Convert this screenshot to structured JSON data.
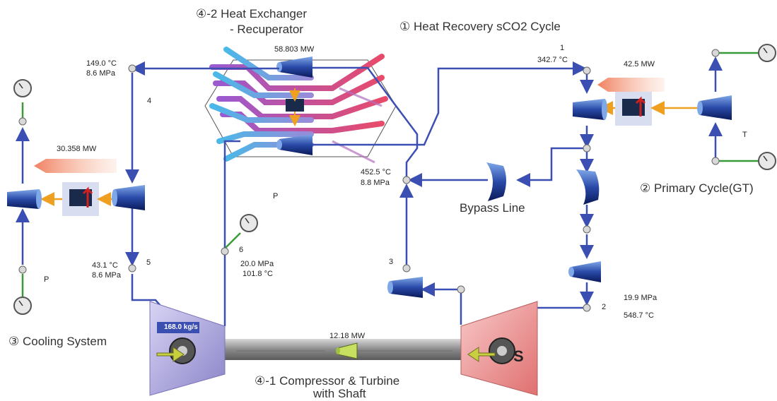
{
  "titles": {
    "heat_recovery": "① Heat Recovery sCO2 Cycle",
    "heat_exchanger_line1": "④-2 Heat Exchanger",
    "heat_exchanger_line2": "- Recuperator",
    "primary_cycle": "② Primary Cycle(GT)",
    "cooling_system": "③ Cooling System",
    "compressor_line1": "④-1 Compressor & Turbine",
    "compressor_line2": "with Shaft",
    "bypass": "Bypass Line"
  },
  "power": {
    "recuperator": "58.803 MW",
    "primary": "42.5 MW",
    "cooling": "30.358 MW",
    "shaft": "12.18 MW",
    "mass_flow": "168.0 kg/s"
  },
  "states": {
    "s1_num": "1",
    "s1_temp": "342.7 °C",
    "s2_num": "2",
    "s2_press": "19.9 MPa",
    "s2_temp": "548.7 °C",
    "s3_num": "3",
    "s4_num": "4",
    "s4_temp": "149.0 °C",
    "s4_press": "8.6 MPa",
    "s5_num": "5",
    "s5_temp": "43.1 °C",
    "s5_press": "8.6 MPa",
    "s6_num": "6",
    "s6_press": "20.0 MPa",
    "s6_temp": "101.8 °C",
    "bypass_temp": "452.5 °C",
    "bypass_press": "8.8 MPa"
  },
  "markers": {
    "p_cooling": "P",
    "p_center": "P",
    "t_primary": "T"
  },
  "colors": {
    "pipe": "#3b4fb3",
    "green_line": "#3a9a3a",
    "hot": "#e8604a",
    "cold": "#4aa8e8",
    "arrow_orange": "#f0a020",
    "shaft": "#9a9a9a",
    "compressor_box": "#b8b4e0",
    "turbine_box": "#f0a8a8"
  }
}
